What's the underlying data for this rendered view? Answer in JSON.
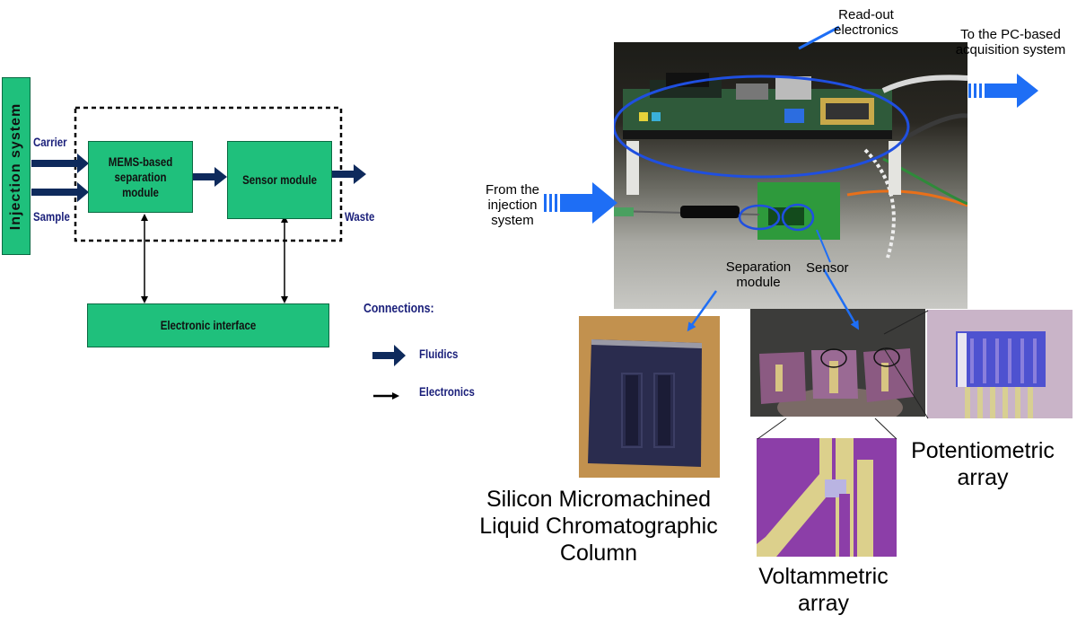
{
  "block_diagram": {
    "injection_system": "Injection system",
    "carrier": "Carrier",
    "sample": "Sample",
    "separation_module": "MEMS-based separation module",
    "sensor_module": "Sensor module",
    "waste": "Waste",
    "electronic_interface": "Electronic interface"
  },
  "legend": {
    "title": "Connections:",
    "fluidics": "Fluidics",
    "electronics": "Electronics"
  },
  "photo_labels": {
    "readout_electronics": "Read-out electronics",
    "to_pc": "To the PC-based acquisition system",
    "from_injection": "From the injection system",
    "separation_module": "Separation module",
    "sensor": "Sensor"
  },
  "captions": {
    "column": "Silicon Micromachined Liquid Chromatographic Column",
    "potentiometric": "Potentiometric array",
    "voltammetric": "Voltammetric array"
  },
  "colors": {
    "box_fill": "#1fc07c",
    "fluidic_arrow": "#0e2a5c",
    "label_navy": "#1a1f7a",
    "photo_arrow": "#1e6ef5"
  }
}
